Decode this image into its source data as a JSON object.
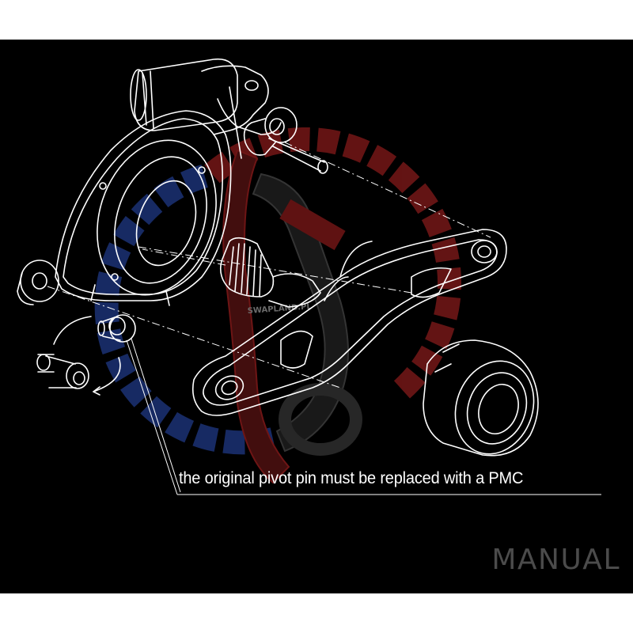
{
  "caption": "the original pivot pin must be replaced with a PMC",
  "wordmark": "MANUAL",
  "watermark_text": "SWAPLAND.PL",
  "colors": {
    "background": "#000000",
    "frame": "#ffffff",
    "line": "#ffffff",
    "emblem_blue": "#1a2f6e",
    "emblem_red": "#6e1616",
    "wordmark": "#4b4b4b"
  }
}
